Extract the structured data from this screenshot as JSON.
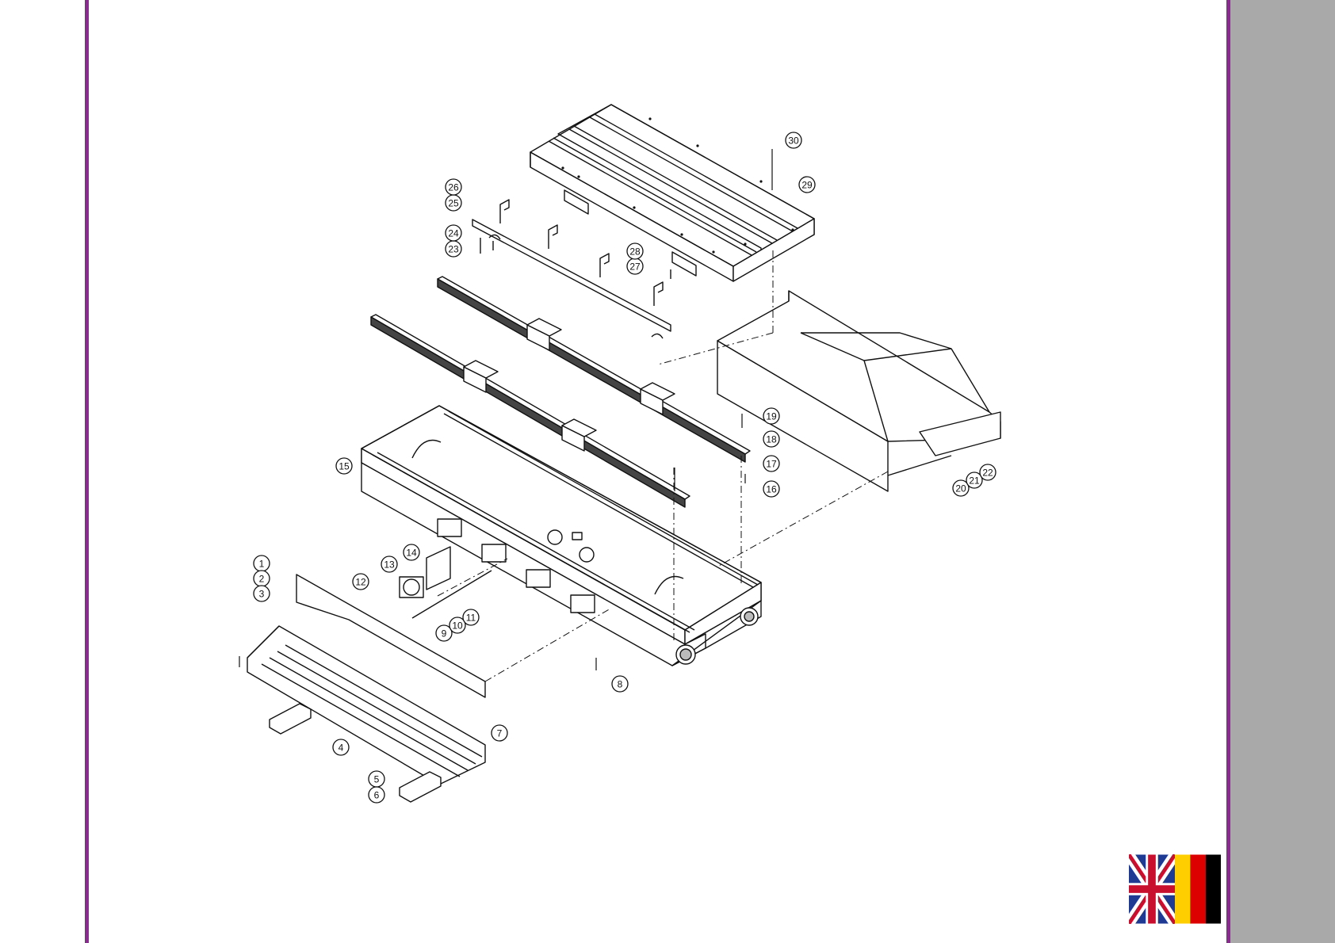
{
  "colors": {
    "frame": "#8a2b8f",
    "sidebar": "#a9a9a9",
    "background": "#ffffff",
    "line": "#111111"
  },
  "diagram": {
    "part_callouts": [
      "1",
      "2",
      "3",
      "4",
      "5",
      "6",
      "7",
      "8",
      "9",
      "10",
      "11",
      "12",
      "13",
      "14",
      "15",
      "16",
      "17",
      "18",
      "19",
      "20",
      "21",
      "22",
      "23",
      "24",
      "25",
      "26",
      "27",
      "28",
      "29",
      "30"
    ]
  },
  "language_flags": [
    {
      "icon": "uk-flag-icon",
      "language": "English"
    },
    {
      "icon": "german-flag-icon",
      "language": "Deutsch"
    }
  ]
}
